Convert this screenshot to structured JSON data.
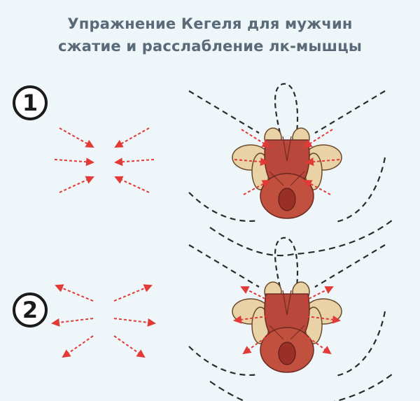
{
  "title": {
    "line1": "Упражнение Кегеля для мужчин",
    "line2": "сжатие и расслабление лк-мышцы"
  },
  "steps": [
    {
      "number": "1",
      "phase": "contraction"
    },
    {
      "number": "2",
      "phase": "relaxation"
    }
  ],
  "colors": {
    "background": "#eef6fa",
    "arrow": "#e23a36",
    "outline": "#2b2b2b",
    "bone": "#e9d2a6",
    "muscle": "#b9473b",
    "title": "#5a6a78"
  }
}
